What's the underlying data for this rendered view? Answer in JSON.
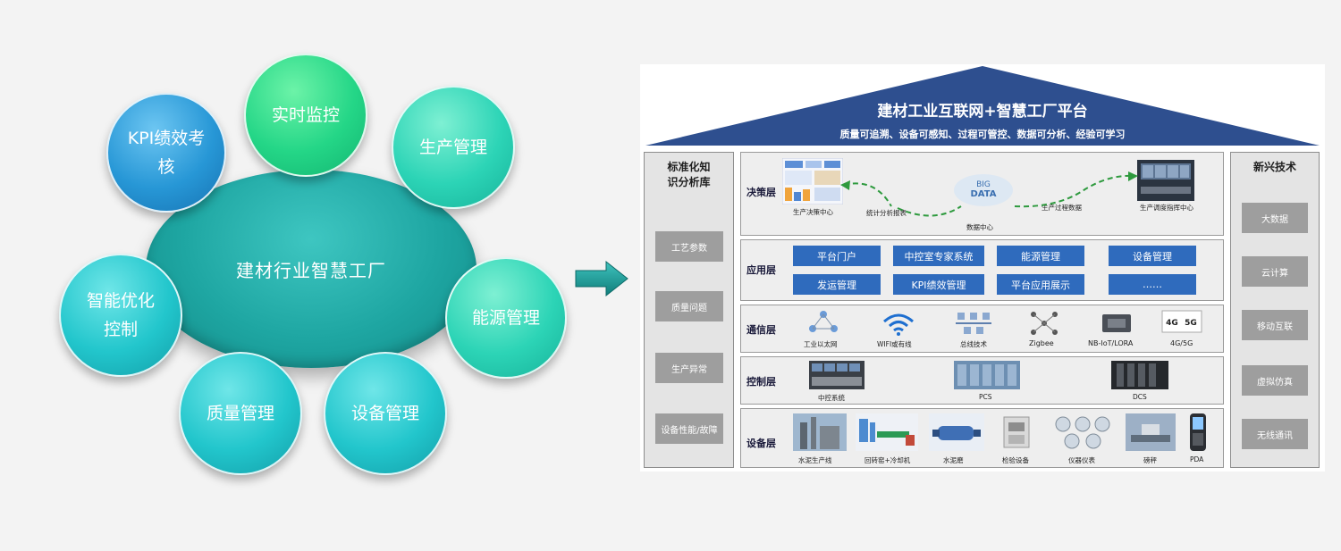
{
  "left_diagram": {
    "center": "建材行业智慧工厂",
    "bubbles": {
      "kpi_line1": "KPI绩效考",
      "kpi_line2": "核",
      "monitor": "实时监控",
      "production": "生产管理",
      "energy": "能源管理",
      "equipment": "设备管理",
      "quality": "质量管理",
      "control_line1": "智能优化",
      "control_line2": "控制"
    }
  },
  "platform": {
    "title": "建材工业互联网+智慧工厂平台",
    "subtitle": "质量可追溯、设备可感知、过程可管控、数据可分析、经验可学习",
    "left_column": {
      "title_line1": "标准化知",
      "title_line2": "识分析库",
      "items": [
        "工艺参数",
        "质量问题",
        "生产异常",
        "设备性能/故障"
      ]
    },
    "right_column": {
      "title": "新兴技术",
      "items": [
        "大数据",
        "云计算",
        "移动互联",
        "虚拟仿真",
        "无线通讯"
      ]
    },
    "layers": {
      "decision": {
        "name": "决策层",
        "captions": [
          "生产决策中心",
          "统计分析报表",
          "数据中心",
          "生产过程数据",
          "生产调度指挥中心"
        ]
      },
      "application": {
        "name": "应用层",
        "buttons": [
          "平台门户",
          "中控室专家系统",
          "能源管理",
          "设备管理",
          "发运管理",
          "KPI绩效管理",
          "平台应用展示",
          "……"
        ]
      },
      "communication": {
        "name": "通信层",
        "captions": [
          "工业以太网",
          "WIFI或有线",
          "总线技术",
          "Zigbee",
          "NB-IoT/LORA",
          "4G/5G"
        ]
      },
      "control": {
        "name": "控制层",
        "captions": [
          "中控系统",
          "PCS",
          "DCS"
        ]
      },
      "device": {
        "name": "设备层",
        "captions": [
          "水泥生产线",
          "回转窑+冷却机",
          "水泥磨",
          "检验设备",
          "仪器仪表",
          "磅秤",
          "PDA"
        ]
      }
    },
    "colors": {
      "roof": "#2e4f8f",
      "app_button": "#2f6bbd",
      "side_button": "#9e9e9e",
      "arrow": "#1a9c98"
    }
  }
}
